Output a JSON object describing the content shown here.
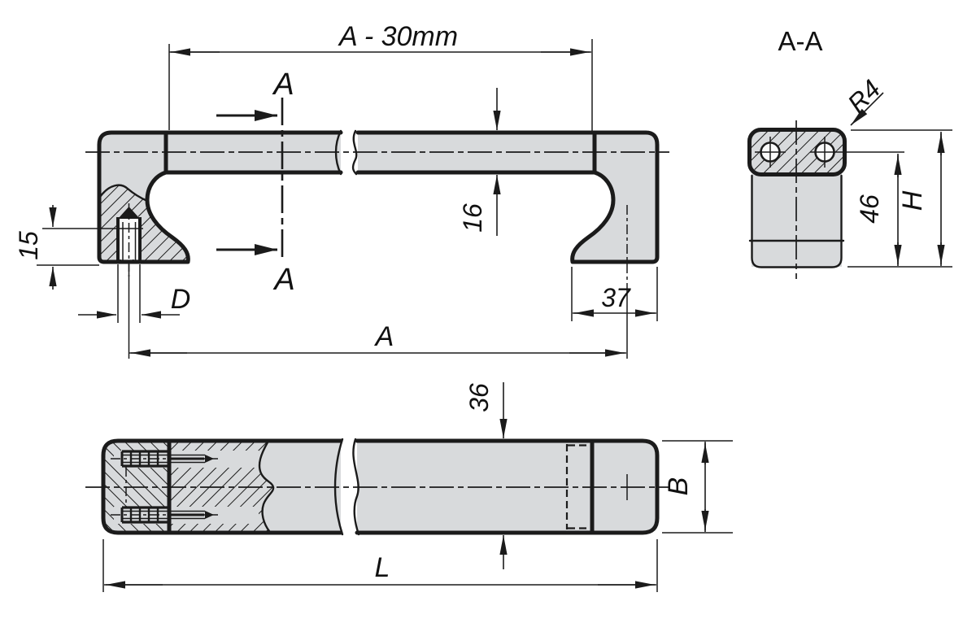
{
  "front_view": {
    "dim_a_minus_30mm": "A - 30mm",
    "section_label_top": "A",
    "section_label_bottom": "A",
    "dim_bar_thickness": "16",
    "dim_thread_depth": "15",
    "dim_thread_diameter": "D",
    "dim_hole_spacing": "A",
    "dim_foot_width": "37"
  },
  "section_view": {
    "title": "A-A",
    "radius_callout": "R4",
    "dim_screw_to_base": "46",
    "dim_total_height": "H"
  },
  "bottom_view": {
    "dim_bar_width": "36",
    "dim_body_width": "B",
    "dim_total_length": "L"
  },
  "colors": {
    "part_fill": "#d8dadc",
    "line": "#1b1b1b"
  }
}
